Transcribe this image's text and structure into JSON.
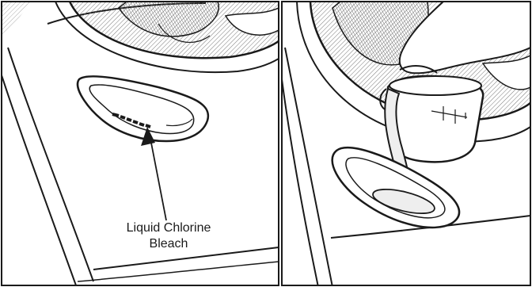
{
  "callout": {
    "line1": "Liquid Chlorine",
    "line2": "Bleach"
  },
  "panels": [
    {
      "subject": "bleach dispenser location"
    },
    {
      "subject": "pouring bleach from measuring cup into dispenser"
    }
  ],
  "colors": {
    "ink": "#1a1a1a",
    "background": "#ffffff",
    "liquid": "#eeeeee"
  }
}
